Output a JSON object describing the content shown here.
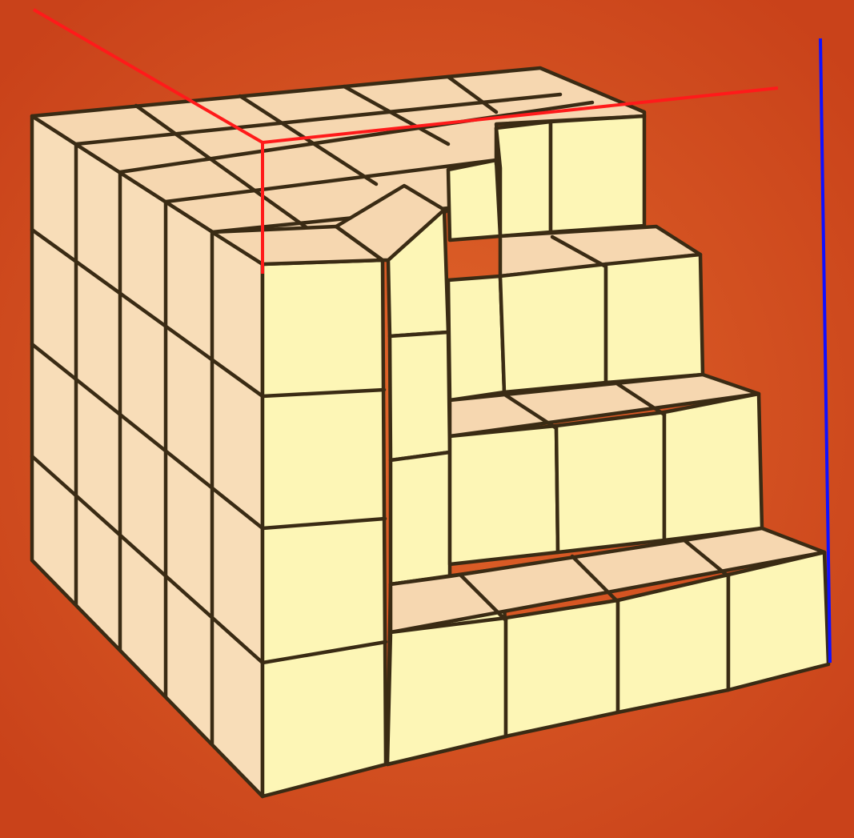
{
  "colors": {
    "background": "#d24a1c",
    "background_glow": "#e0652a",
    "cube_front": "#fdf6b6",
    "cube_side": "#f8ddb8",
    "cube_top": "#f6d7b0",
    "edge": "#3a2b14",
    "guide_red": "#ff1a1a",
    "guide_blue": "#1010ff"
  },
  "structure": {
    "description_free": true,
    "cube_columns": 5,
    "cube_rows": 4,
    "cube_depth": 5,
    "staircase_levels": [
      4,
      3,
      2,
      1
    ]
  }
}
